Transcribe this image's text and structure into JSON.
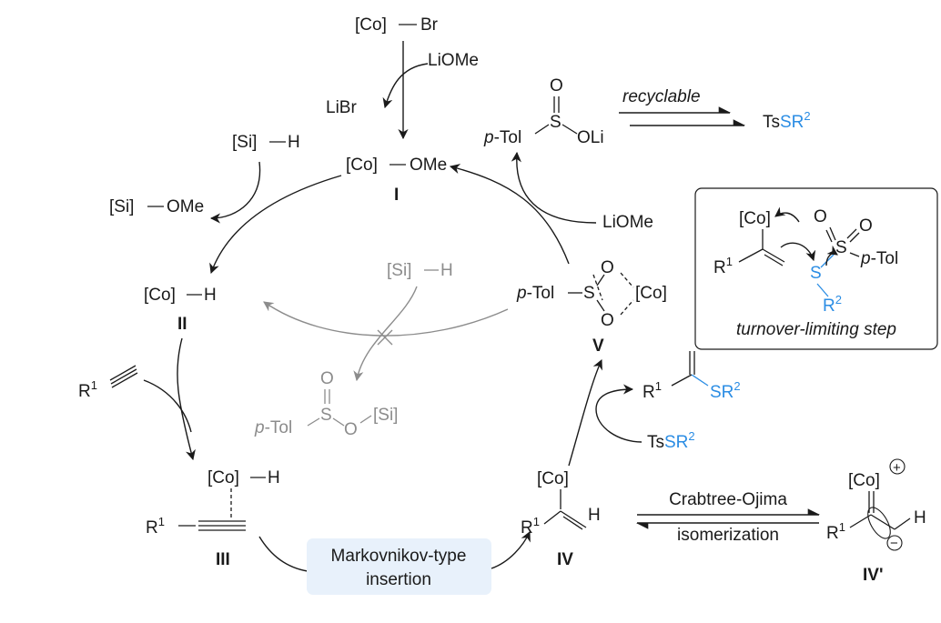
{
  "reagents": {
    "co_br": "[Co]",
    "br": "Br",
    "liome_top": "LiOMe",
    "libr": "LiBr",
    "si_h": "[Si]",
    "h": "H",
    "si_ome": "[Si]",
    "ome": "OMe",
    "liome_right": "LiOMe",
    "si_h_gray": "[Si]",
    "tssr2": "Ts",
    "sr": "SR",
    "two": "2"
  },
  "species": {
    "I": {
      "co": "[Co]",
      "ome": "OMe",
      "label": "I"
    },
    "II": {
      "co": "[Co]",
      "h": "H",
      "label": "II"
    },
    "III": {
      "co": "[Co]",
      "h": "H",
      "r": "R",
      "one": "1",
      "label": "III"
    },
    "IV": {
      "co": "[Co]",
      "r": "R",
      "one": "1",
      "h": "H",
      "label": "IV"
    },
    "IVp": {
      "co": "[Co]",
      "plus": "+",
      "minus": "−",
      "r": "R",
      "one": "1",
      "h": "H",
      "label": "IV'"
    },
    "V": {
      "ptol": "p",
      "tol": "-Tol",
      "s": "S",
      "o": "O",
      "co": "[Co]",
      "label": "V"
    }
  },
  "sulfinate": {
    "o": "O",
    "s": "S",
    "ptol": "p",
    "tol": "-Tol",
    "oli": "OLi"
  },
  "silyl_sulfinate": {
    "o": "O",
    "s": "S",
    "ptol": "p",
    "tol": "-Tol",
    "osi": "O",
    "si": "[Si]"
  },
  "alkyne": {
    "r": "R",
    "one": "1"
  },
  "product": {
    "r": "R",
    "one": "1",
    "sr": "SR",
    "two": "2"
  },
  "arrows": {
    "recyclable": "recyclable",
    "markovnikov_1": "Markovnikov-type",
    "markovnikov_2": "insertion",
    "crabtree": "Crabtree-Ojima",
    "isomerization": "isomerization"
  },
  "inset": {
    "co": "[Co]",
    "r": "R",
    "one": "1",
    "o1": "O",
    "o2": "O",
    "s1": "S",
    "ptol": "p",
    "tol": "-Tol",
    "s2": "S",
    "r2": "R",
    "two": "2",
    "caption": "turnover-limiting step"
  },
  "colors": {
    "black": "#1a1a1a",
    "gray": "#8c8c8c",
    "blue": "#2b8de4",
    "box_fill": "#e8f1fb"
  }
}
